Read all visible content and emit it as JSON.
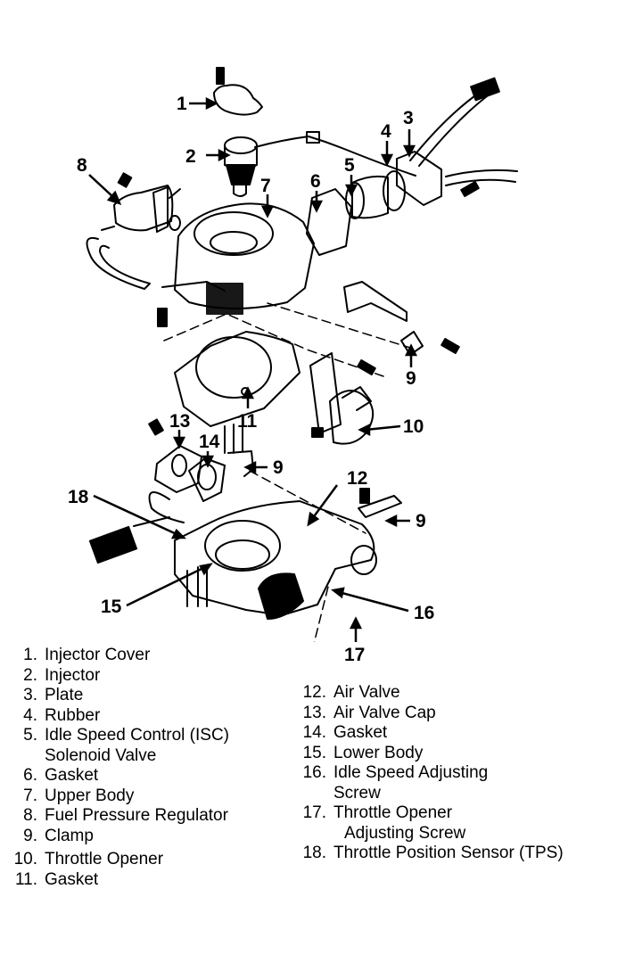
{
  "figure": {
    "callouts": [
      "1",
      "2",
      "3",
      "4",
      "5",
      "6",
      "7",
      "8",
      "9",
      "9",
      "9",
      "10",
      "11",
      "12",
      "13",
      "14",
      "15",
      "16",
      "17",
      "18"
    ]
  },
  "legend": {
    "left": [
      {
        "num": "1.",
        "text": "Injector Cover"
      },
      {
        "num": "2.",
        "text": "Injector"
      },
      {
        "num": "3.",
        "text": "Plate"
      },
      {
        "num": "4.",
        "text": "Rubber"
      },
      {
        "num": "5.",
        "text": "Idle Speed Control (ISC)",
        "cont": "Solenoid Valve"
      },
      {
        "num": "6.",
        "text": "Gasket"
      },
      {
        "num": "7.",
        "text": "Upper Body"
      },
      {
        "num": "8.",
        "text": "Fuel Pressure Regulator"
      },
      {
        "num": "9.",
        "text": "Clamp"
      },
      {
        "num": "10.",
        "text": "Throttle Opener"
      },
      {
        "num": "11.",
        "text": "Gasket"
      }
    ],
    "right": [
      {
        "num": "12.",
        "text": "Air Valve"
      },
      {
        "num": "13.",
        "text": "Air Valve Cap"
      },
      {
        "num": "14.",
        "text": "Gasket"
      },
      {
        "num": "15.",
        "text": "Lower Body"
      },
      {
        "num": "16.",
        "text": "Idle Speed Adjusting",
        "cont": "Screw"
      },
      {
        "num": "17.",
        "text": "Throttle Opener",
        "cont": "Adjusting Screw"
      },
      {
        "num": "18.",
        "text": "Throttle Position Sensor (TPS)"
      }
    ]
  }
}
